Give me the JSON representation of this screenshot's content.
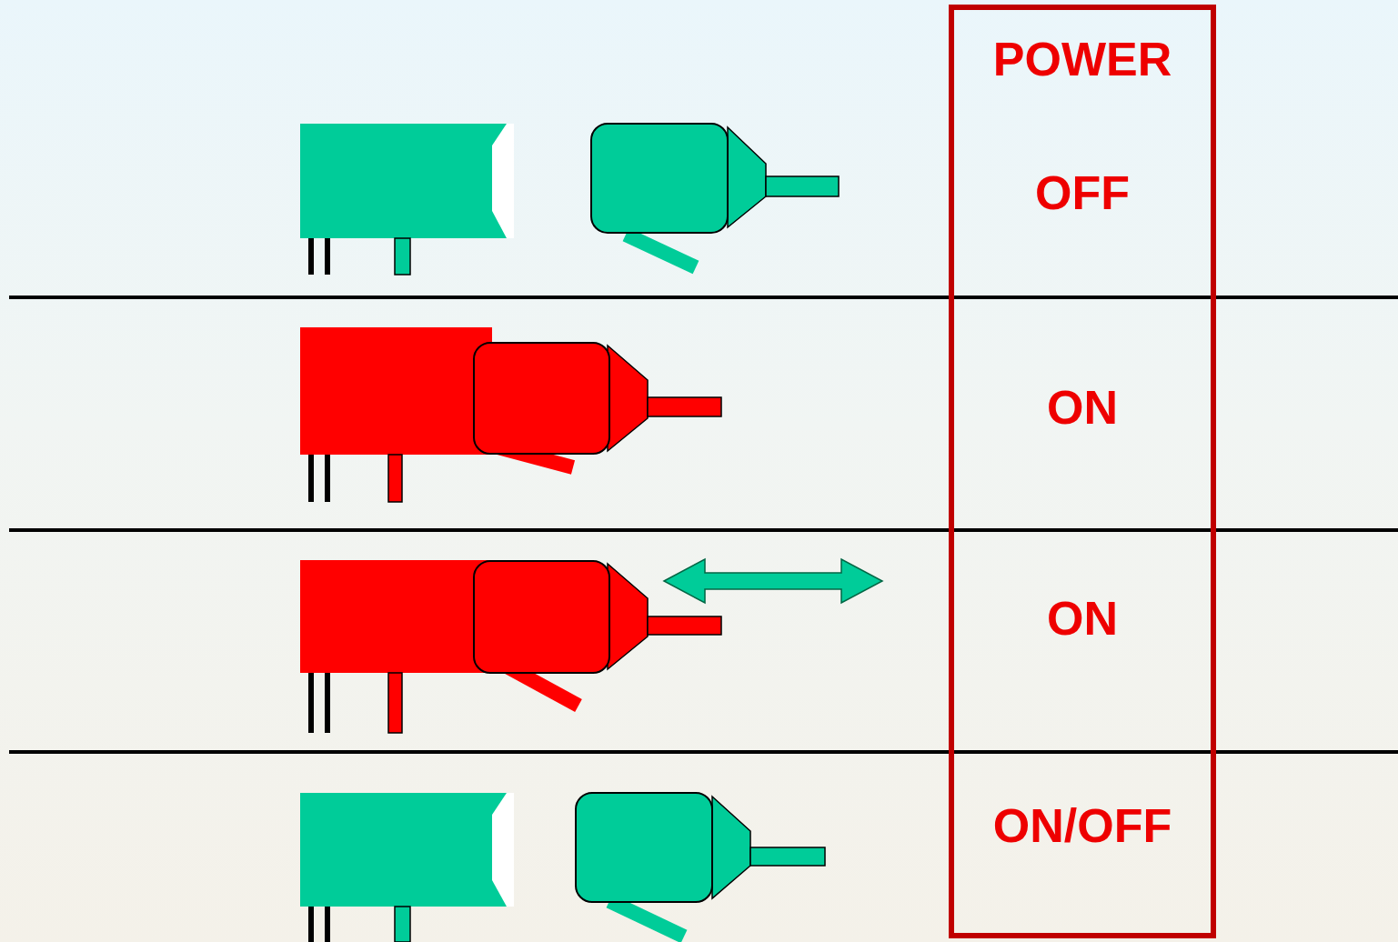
{
  "diagram": {
    "nodes": [
      {
        "text": [
          "POWER",
          "OFF",
          "ON",
          "ON",
          "ON/OFF"
        ]
      }
    ]
  }
}
